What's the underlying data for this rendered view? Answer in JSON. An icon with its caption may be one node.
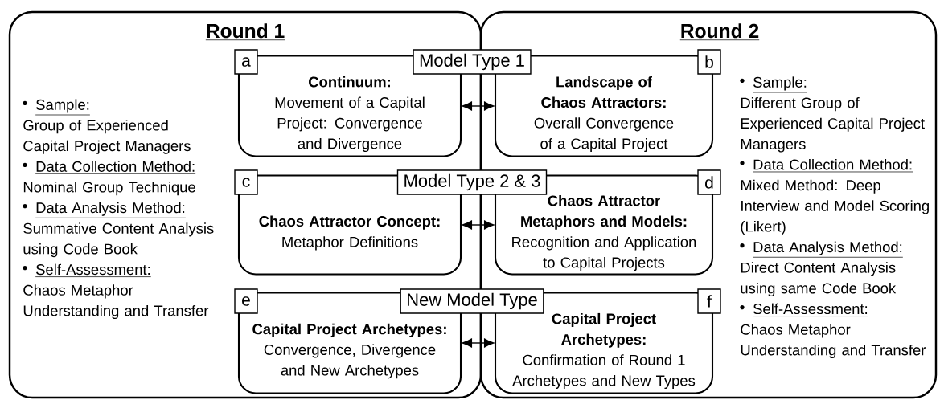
{
  "diagram": {
    "nodes": [
      {
        "text": [
          "Round 1",
          "Sample:",
          "Group of Experienced Capital Project Managers",
          "Data Collection Method:",
          "Nominal Group Technique",
          "Data Analysis Method:",
          "Summative Content Analysis using Code Book",
          "Self-Assessment:",
          "Chaos Metaphor Understanding and Transfer"
        ]
      },
      {
        "text": [
          "a",
          "Continuum:",
          "Movement of a Capital Project: Convergence and Divergence"
        ],
        "in": 0
      },
      {
        "text": [
          "c",
          "Chaos Attractor Concept:",
          "Metaphor Definitions"
        ],
        "in": 0
      },
      {
        "text": [
          "e",
          "Capital Project Archetypes:",
          "Convergence, Divergence and New Archetypes"
        ],
        "in": 0
      },
      {
        "text": [
          "Round 2",
          "Sample:",
          "Different Group of Experienced Capital Project Managers",
          "Data Collection Method:",
          "Mixed Method: Deep Interview and Model Scoring (Likert)",
          "Data Analysis Method:",
          "Direct Content Analysis using same Code Book",
          "Self-Assessment:",
          "Chaos Metaphor Understanding and Transfer"
        ]
      },
      {
        "text": [
          "b",
          "Landscape of Chaos Attractors:",
          "Overall Convergence of a Capital Project"
        ],
        "in": 4
      },
      {
        "text": [
          "d",
          "Chaos Attractor Metaphors and Models:",
          "Recognition and Application to Capital Projects"
        ],
        "in": 4
      },
      {
        "text": [
          "f",
          "Capital Project Archetypes:",
          "Confirmation of Round 1 Archetypes and New Types"
        ],
        "in": 4
      },
      {
        "text": [
          "Model Type 1"
        ]
      },
      {
        "text": [
          "Model Type 2 & 3"
        ]
      },
      {
        "text": [
          "New Model Type"
        ]
      }
    ],
    "edges": [
      {
        "from": 1,
        "to": 5,
        "arrow": "both"
      },
      {
        "from": 2,
        "to": 6,
        "arrow": "both"
      },
      {
        "from": 3,
        "to": 7,
        "arrow": "both"
      }
    ]
  }
}
